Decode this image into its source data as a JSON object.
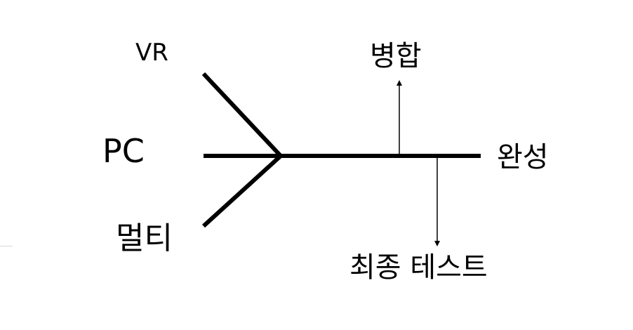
{
  "diagram": {
    "inputs": [
      {
        "id": "vr",
        "label": "VR"
      },
      {
        "id": "pc",
        "label": "PC"
      },
      {
        "id": "multi",
        "label": "멀티"
      }
    ],
    "branches": [
      {
        "id": "merge",
        "label": "병합",
        "direction": "up"
      },
      {
        "id": "final_test",
        "label": "최종 테스트",
        "direction": "down"
      }
    ],
    "output": {
      "id": "done",
      "label": "완성"
    },
    "colors": {
      "line": "#000000",
      "background": "#ffffff"
    }
  }
}
